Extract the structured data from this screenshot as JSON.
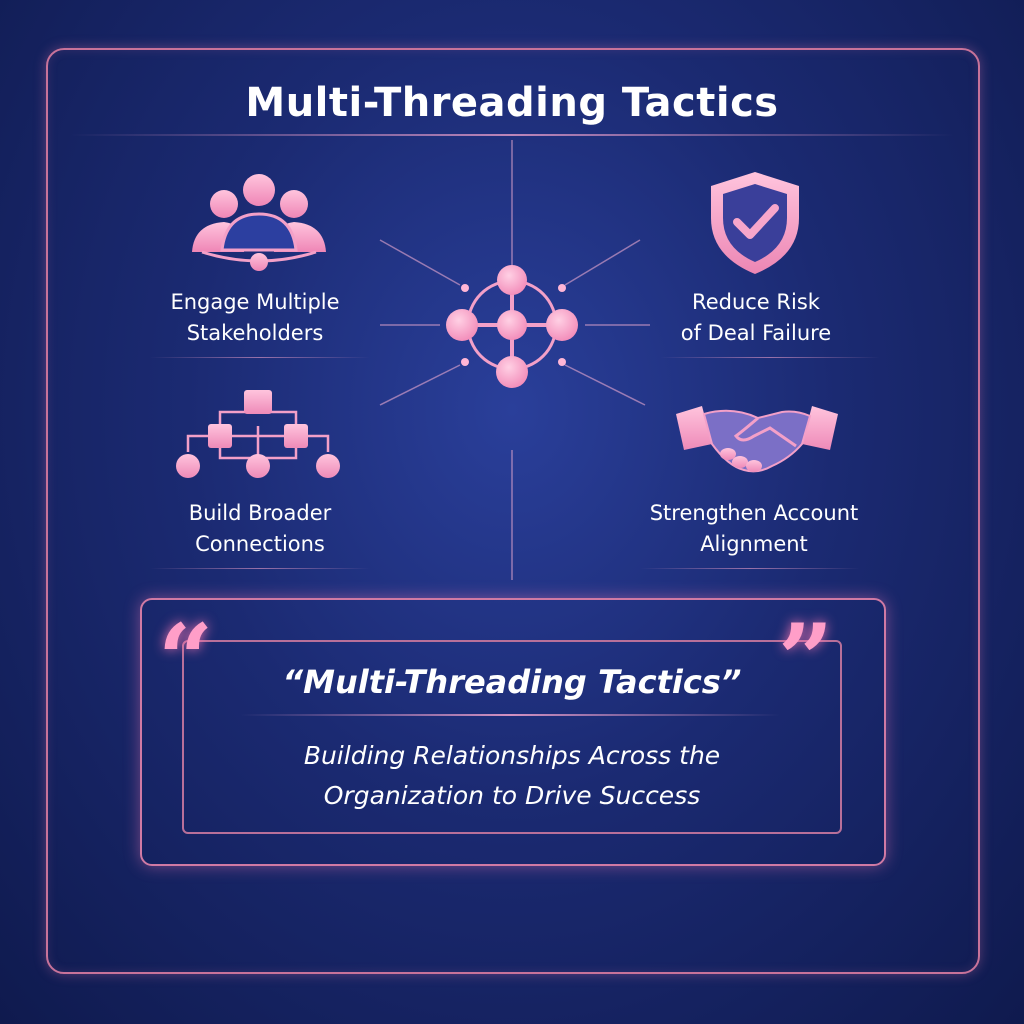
{
  "title": "Multi-Threading Tactics",
  "features": [
    {
      "id": "engage",
      "line1": "Engage Multiple",
      "line2": "Stakeholders",
      "icon": "people-group-icon"
    },
    {
      "id": "risk",
      "line1": "Reduce Risk",
      "line2": "of Deal Failure",
      "icon": "shield-check-icon"
    },
    {
      "id": "build",
      "line1": "Build Broader",
      "line2": "Connections",
      "icon": "org-chart-icon"
    },
    {
      "id": "align",
      "line1": "Strengthen Account",
      "line2": "Alignment",
      "icon": "handshake-icon"
    }
  ],
  "center_icon": "network-hub-icon",
  "quote": {
    "title": "“Multi-Threading Tactics”",
    "line1": "Building Relationships Across the",
    "line2": "Organization to Drive Success"
  },
  "colors": {
    "background": "#1b2a72",
    "accent": "#f59bc4",
    "border": "#c8739a",
    "text": "#ffffff"
  }
}
